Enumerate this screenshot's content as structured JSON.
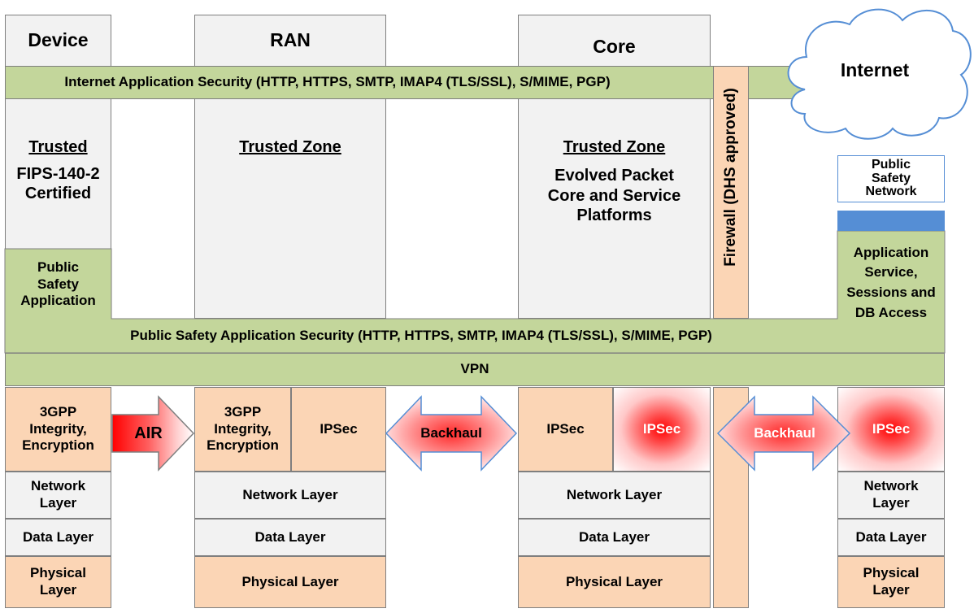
{
  "columns": {
    "device": {
      "title": "Device",
      "trust_heading": "Trusted",
      "trust_desc": "FIPS-140-2\nCertified",
      "app": "Public\nSafety\nApplication"
    },
    "ran": {
      "title": "RAN",
      "trust_heading": "Trusted Zone"
    },
    "core": {
      "title": "Core",
      "trust_heading": "Trusted Zone",
      "trust_desc": "Evolved Packet\nCore and Service\nPlatforms"
    },
    "internet": {
      "title": "Internet"
    }
  },
  "bands": {
    "internet_security": "Internet Application Security (HTTP, HTTPS, SMTP, IMAP4 (TLS/SSL), S/MIME, PGP)",
    "ps_security": "Public Safety Application Security (HTTP, HTTPS, SMTP, IMAP4 (TLS/SSL), S/MIME, PGP)",
    "vpn": "VPN"
  },
  "firewall": "Firewall (DHS approved)",
  "psn": {
    "title": "Public\nSafety\nNetwork",
    "app_service": "Application\nService,\nSessions and\nDB Access"
  },
  "stack": {
    "device_3gpp": "3GPP\nIntegrity,\nEncryption",
    "ran_3gpp": "3GPP\nIntegrity,\nEncryption",
    "ipsec": "IPSec",
    "network_layer_2line": "Network\nLayer",
    "network_layer": "Network Layer",
    "data_layer": "Data Layer",
    "physical_layer_2line": "Physical\nLayer",
    "physical_layer": "Physical Layer"
  },
  "links": {
    "air": "AIR",
    "backhaul": "Backhaul"
  },
  "colors": {
    "gray": "#f2f2f2",
    "peach": "#fbd5b5",
    "green": "#c3d69b",
    "blue": "#558ed5",
    "cloud_border": "#558ed5",
    "red_glow": "#ff0000"
  }
}
